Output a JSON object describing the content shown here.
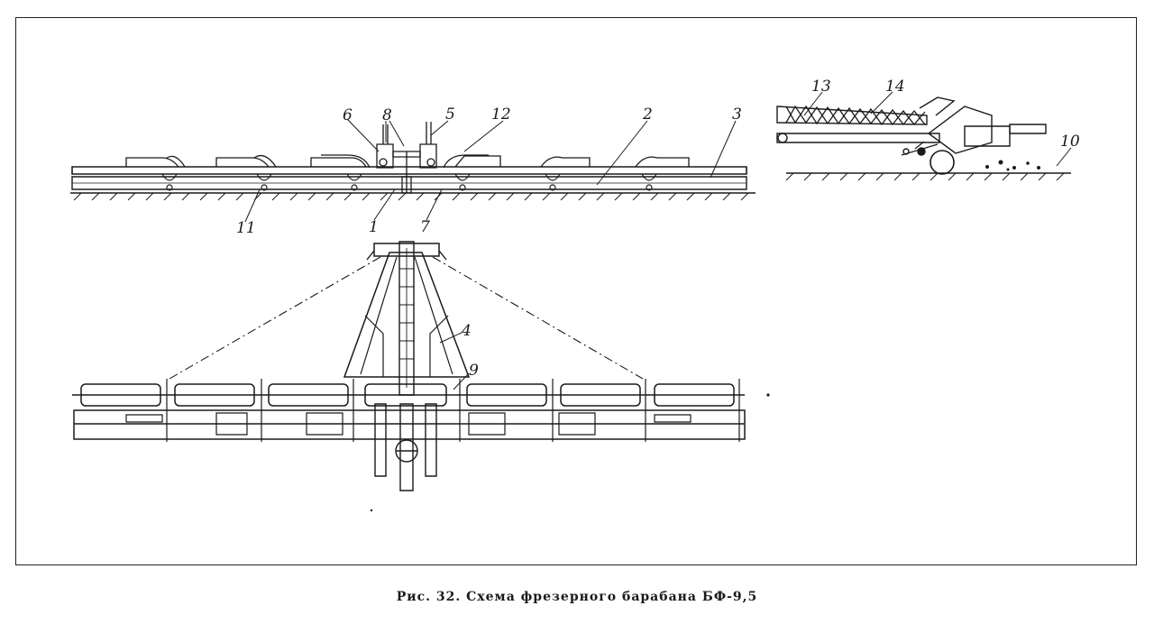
{
  "figure": {
    "caption": "Рис. 32. Схема фрезерного барабана БФ-9,5",
    "callouts": [
      {
        "id": "c1",
        "text": "1"
      },
      {
        "id": "c2",
        "text": "2"
      },
      {
        "id": "c3",
        "text": "3"
      },
      {
        "id": "c4",
        "text": "4"
      },
      {
        "id": "c5",
        "text": "5"
      },
      {
        "id": "c6",
        "text": "6"
      },
      {
        "id": "c7",
        "text": "7"
      },
      {
        "id": "c8",
        "text": "8"
      },
      {
        "id": "c9",
        "text": "9"
      },
      {
        "id": "c10",
        "text": "10"
      },
      {
        "id": "c11",
        "text": "11"
      },
      {
        "id": "c12",
        "text": "12"
      },
      {
        "id": "c13",
        "text": "13"
      },
      {
        "id": "c14",
        "text": "14"
      }
    ]
  }
}
